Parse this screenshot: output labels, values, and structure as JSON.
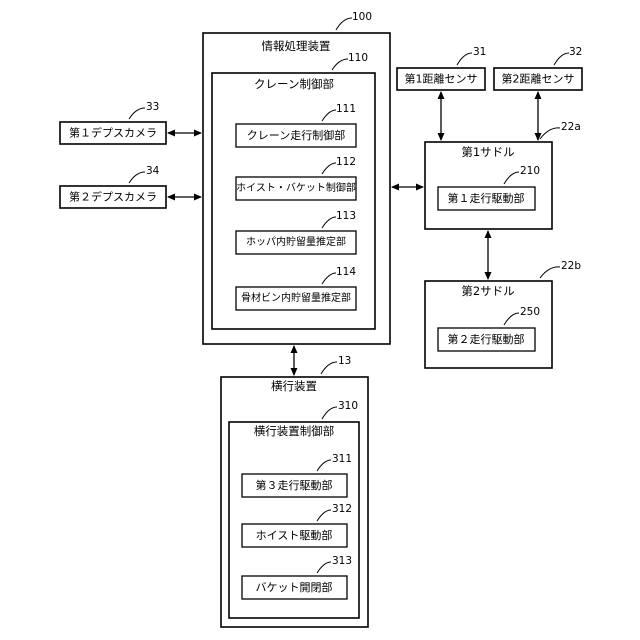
{
  "info_device": {
    "label": "情報処理装置",
    "ref": "100"
  },
  "crane_control": {
    "label": "クレーン制御部",
    "ref": "110"
  },
  "crane_travel": {
    "label": "クレーン走行制御部",
    "ref": "111"
  },
  "hoist_bucket": {
    "label": "ホイスト・バケット制御部",
    "ref": "112"
  },
  "hopper_estimate": {
    "label": "ホッパ内貯留量推定部",
    "ref": "113"
  },
  "aggregate_estimate": {
    "label": "骨材ビン内貯留量推定部",
    "ref": "114"
  },
  "depth_camera_1": {
    "label": "第１デプスカメラ",
    "ref": "33"
  },
  "depth_camera_2": {
    "label": "第２デプスカメラ",
    "ref": "34"
  },
  "distance_sensor_1": {
    "label": "第1距離センサ",
    "ref": "31"
  },
  "distance_sensor_2": {
    "label": "第2距離センサ",
    "ref": "32"
  },
  "saddle_1": {
    "label": "第1サドル",
    "ref": "22a"
  },
  "travel_drive_1": {
    "label": "第１走行駆動部",
    "ref": "210"
  },
  "saddle_2": {
    "label": "第2サドル",
    "ref": "22b"
  },
  "travel_drive_2": {
    "label": "第２走行駆動部",
    "ref": "250"
  },
  "traverse_device": {
    "label": "横行装置",
    "ref": "13"
  },
  "traverse_control": {
    "label": "横行装置制御部",
    "ref": "310"
  },
  "travel_drive_3": {
    "label": "第３走行駆動部",
    "ref": "311"
  },
  "hoist_drive": {
    "label": "ホイスト駆動部",
    "ref": "312"
  },
  "bucket_open_close": {
    "label": "バケット開閉部",
    "ref": "313"
  }
}
